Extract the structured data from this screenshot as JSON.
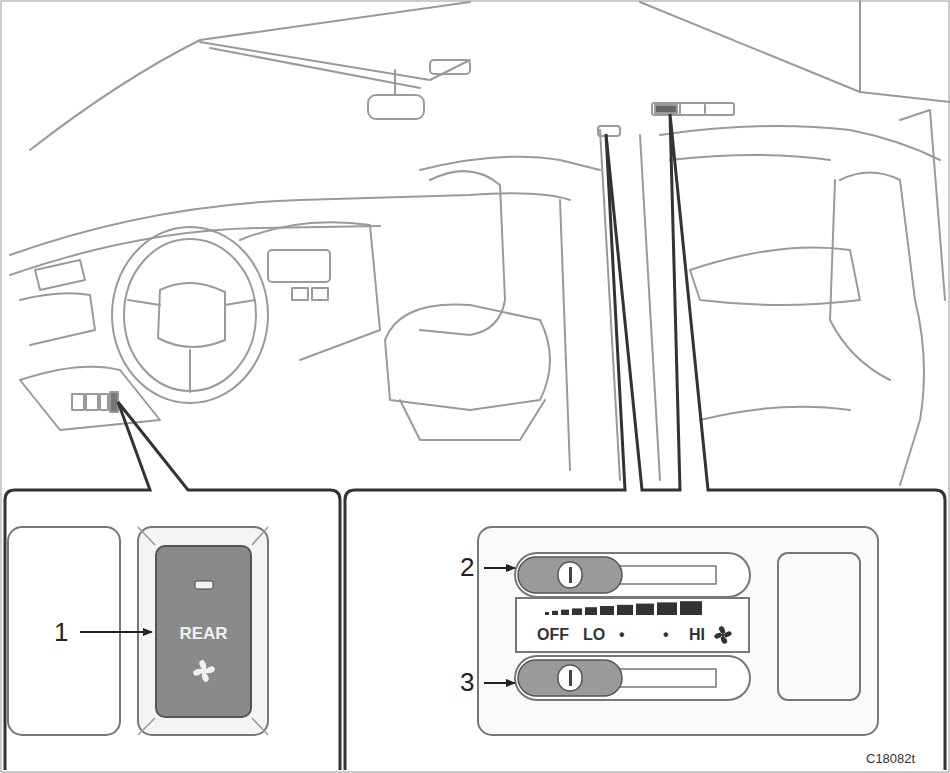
{
  "diagram": {
    "nodes": [
      {
        "text": [
          "REAR"
        ]
      },
      {
        "text": [
          "OFF",
          "LO",
          "•",
          "•",
          "HI"
        ]
      }
    ],
    "labels": [
      "1",
      "2",
      "3",
      "C18082t"
    ]
  }
}
